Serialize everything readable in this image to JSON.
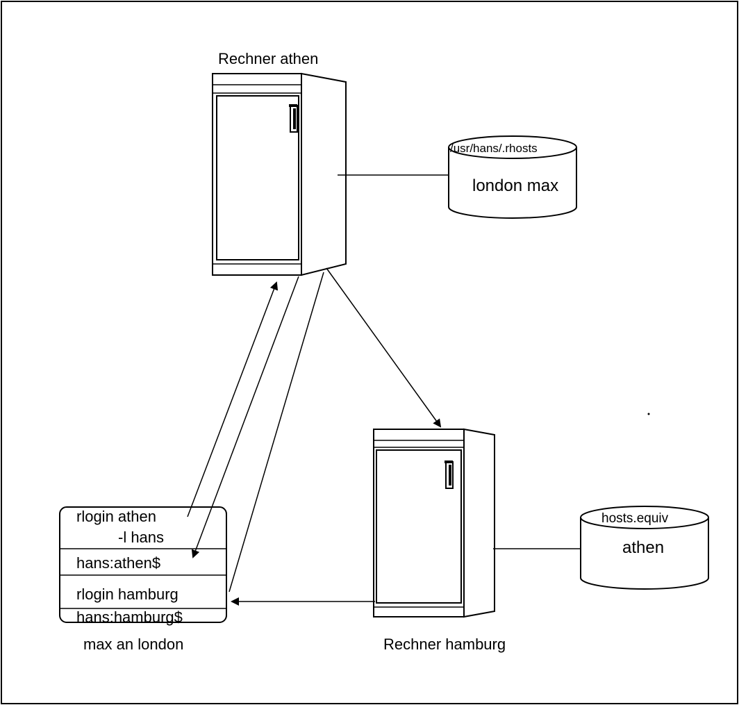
{
  "diagram": {
    "server_athen": {
      "label": "Rechner athen",
      "disk": {
        "file": "/usr/hans/.rhosts",
        "entry": "london max"
      }
    },
    "server_hamburg": {
      "label": "Rechner hamburg",
      "disk": {
        "file": "hosts.equiv",
        "entry": "athen"
      }
    },
    "terminal": {
      "caption": "max an london",
      "lines": {
        "cmd1_part1": "rlogin athen",
        "cmd1_part2": "-l hans",
        "prompt1": "hans:athen$",
        "cmd2": "rlogin hamburg",
        "prompt2": "hans:hamburg$"
      }
    }
  }
}
